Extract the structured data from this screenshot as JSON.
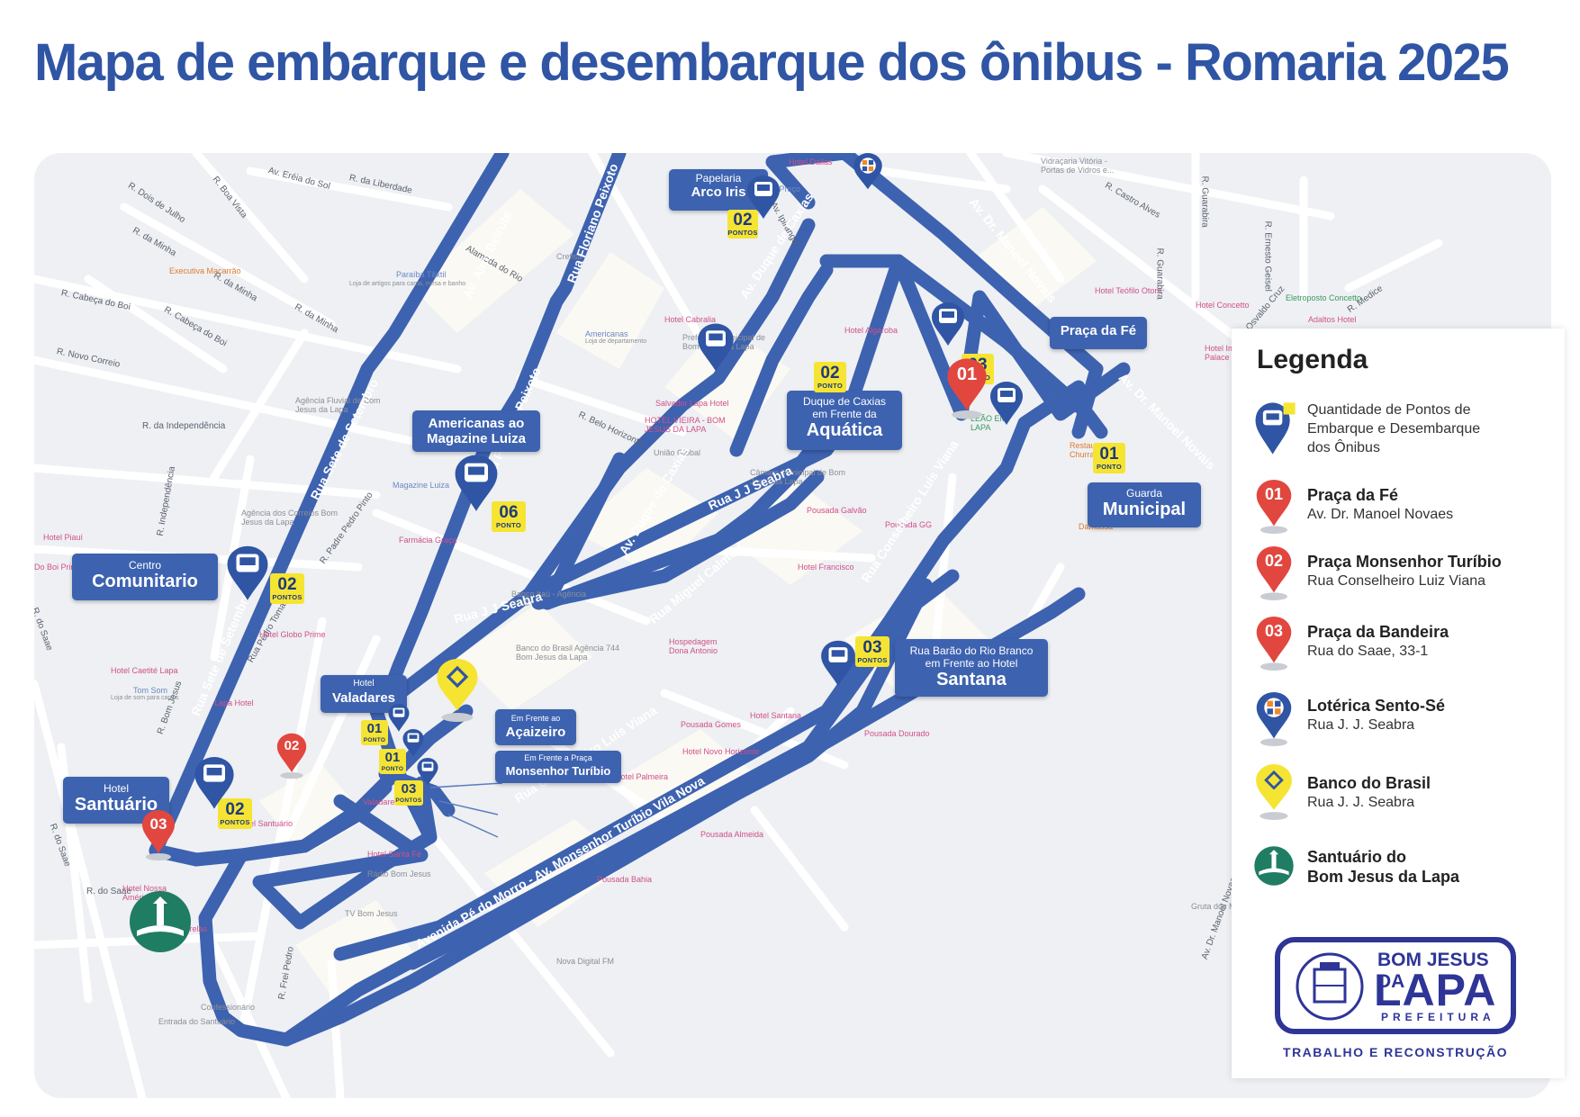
{
  "title": "Mapa de embarque e desembarque dos ônibus - Romaria 2025",
  "colors": {
    "route": "#3d62b0",
    "badge": "#f6e432",
    "pin_red": "#e1473f",
    "pin_blue": "#2f55a4",
    "santuario": "#1f7d63"
  },
  "map": {
    "streets": [
      "R. Dois de Julho",
      "R. Boa Vista",
      "Av. Eréia do Sol",
      "R. da Liberdade",
      "R. da Minha",
      "R. Cabeça do Boi",
      "R. Cabeça do Boi",
      "R. da Minha",
      "R. da Minha",
      "R. Novo Correio",
      "R. da Independência",
      "R. Independência",
      "Alameda do Rio",
      "R. Belo Horizonte",
      "R. Padre Pedro Pinto",
      "R. do Saae",
      "R. do Saae",
      "R. Bom Jesus",
      "R. do Saae",
      "Rua Pedro Tomaz",
      "Av. Ipiranga",
      "R. Castro Alves",
      "R. Guarabira",
      "R. Ernesto Geisel",
      "R. Osvaldo Cruz",
      "R. Frei Pedro",
      "Av. Dr. Manoel Novaes",
      "R. Guarabira",
      "R. Medice"
    ],
    "pois": [
      "Hotel Dallas",
      "Supermercado Bom Preço",
      "Crefisa",
      "Paraíba Têxtil",
      "Loja de artigos para cama, mesa e banho",
      "Executiva Macarrão",
      "Americanas",
      "Loja de departamento",
      "Hotel Cabralia",
      "Prefeitura Municipal de Bom Jesus da Lapa",
      "Hotel Algaroba",
      "Salvador Lapa Hotel",
      "HOTEL VIEIRA - BOM JESUS DA LAPA",
      "União Global",
      "Câmara Municipal de Bom Jesus da Lapa",
      "Pousada Galvão",
      "Pousada GG",
      "Agência Fluvial de Bom Jesus da Lapa",
      "Agência dos Correios Bom Jesus da Lapa",
      "Magazine Luiza",
      "Farmácia Graça",
      "Banco Itaú - Agência 8378",
      "Banco do Brasil Agência 744 Bom Jesus da Lapa",
      "Hotel Globo Prime",
      "Hotel Caetité Lapa",
      "Tom Som",
      "Loja de som para carros",
      "Lapa Hotel",
      "Hospedagem Dona Antonio",
      "Hotel Santana",
      "Pousada Gomes",
      "Hotel Novo Horizonte",
      "Hotel Palmeira",
      "Pousada Almeida",
      "Pousada Bahia",
      "Hotel Santa Fé",
      "Rádio Bom Jesus",
      "TV Bom Jesus",
      "Nova Digital FM",
      "Confessionário",
      "Entrada do Santuário",
      "Hotel Nossa América",
      "Hotel J estrelas",
      "Vidraçaria Vitória - Portas de Vidros e...",
      "Hotel Teófilo Otoni",
      "Hotel Concetto",
      "Eletroposto Concetto",
      "Adaltos Hotel",
      "Hotel Imperial Palace",
      "LEÃO EM LAPA",
      "Restaurante Churrascaria",
      "Damassa",
      "Hotel Piauí",
      "Do Boi Prime",
      "Gruta dos Milagres",
      "Pousada Dourado",
      "Hotel Francisco",
      "Hotel Santuário",
      "Valadares"
    ],
    "route_labels": [
      "Av. Alm. Beirute",
      "Rua Floriano Peixoto",
      "Rua Floriano Peixoto",
      "Av. Duque de Caxias",
      "Av. Duque de Caxias",
      "Av. Dr. Manoel Novais",
      "Av. Dr. Manoel Novais",
      "Rua Sete de Setembro",
      "Rua Sete de Setembro",
      "Rua J J Seabra",
      "Rua J J Seabra",
      "Rua Miguel Calmon",
      "Rua Conselheiro Luís Viana",
      "Rua Conselheiro Luís Viana",
      "Avenida Pé do Morro - Av. Monsenhor Turíbio Vila Nova"
    ],
    "stops": {
      "arco_iris": {
        "small": "Papelaria",
        "big": "Arco Iris",
        "count": "02",
        "unit": "PONTOS"
      },
      "praca_fe": {
        "big": "Praça da Fé",
        "count": "03",
        "unit": "PONTO"
      },
      "aquatica": {
        "small": "Duque de Caxias em Frente da",
        "big": "Aquática",
        "count": "02",
        "unit": "PONTO"
      },
      "americanas": {
        "big": "Americanas ao Magazine Luiza",
        "count": "06",
        "unit": "PONTO"
      },
      "guarda": {
        "small": "Guarda",
        "big": "Municipal",
        "count": "01",
        "unit": "PONTO"
      },
      "comunitario": {
        "small": "Centro",
        "big": "Comunitario",
        "count": "02",
        "unit": "PONTOS"
      },
      "santana": {
        "small": "Rua Barão do Rio Branco em Frente ao Hotel",
        "big": "Santana",
        "count": "03",
        "unit": "PONTOS"
      },
      "valadares": {
        "small": "Hotel",
        "big": "Valadares"
      },
      "acaizeiro": {
        "small": "Em Frente ao",
        "big": "Açaizeiro"
      },
      "monsenhor": {
        "small": "Em Frente a Praça",
        "big": "Monsenhor Turíbio"
      },
      "val_01": {
        "count": "01",
        "unit": "PONTO"
      },
      "val_01b": {
        "count": "01",
        "unit": "PONTO"
      },
      "val_03": {
        "count": "03",
        "unit": "PONTOS"
      },
      "santuario": {
        "small": "Hotel",
        "big": "Santuário",
        "count": "02",
        "unit": "PONTOS"
      }
    },
    "pins": {
      "p01": "01",
      "p02": "02",
      "p03": "03"
    }
  },
  "legend": {
    "title": "Legenda",
    "items": [
      {
        "line1": "Quantidade de Pontos de",
        "line2": "Embarque e Desembarque",
        "line3": "dos Ônibus"
      },
      {
        "name": "Praça da Fé",
        "sub": "Av. Dr. Manoel Novaes",
        "num": "01"
      },
      {
        "name": "Praça Monsenhor Turíbio",
        "sub": "Rua Conselheiro Luiz Viana",
        "num": "02"
      },
      {
        "name": "Praça da Bandeira",
        "sub": "Rua do Saae, 33-1",
        "num": "03"
      },
      {
        "name": "Lotérica Sento-Sé",
        "sub": "Rua J. J. Seabra"
      },
      {
        "name": "Banco do Brasil",
        "sub": "Rua J. J. Seabra"
      },
      {
        "name": "Santuário do",
        "sub": "Bom Jesus da Lapa"
      }
    ]
  },
  "logo": {
    "line1": "BOM JESUS DA",
    "line2": "LAPA",
    "line3": "PREFEITURA",
    "slogan": "TRABALHO E RECONSTRUÇÃO"
  }
}
